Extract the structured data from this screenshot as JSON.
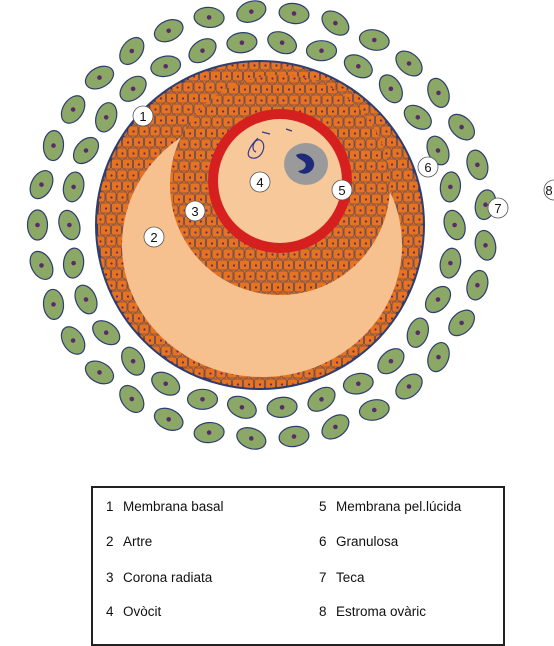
{
  "markers": [
    "1",
    "2",
    "3",
    "4",
    "5",
    "6",
    "7",
    "8"
  ],
  "legend": [
    {
      "num": "1",
      "label": "Membrana basal"
    },
    {
      "num": "5",
      "label": "Membrana pel.lúcida"
    },
    {
      "num": "2",
      "label": "Artre"
    },
    {
      "num": "6",
      "label": "Granulosa"
    },
    {
      "num": "3",
      "label": "Corona radiata"
    },
    {
      "num": "7",
      "label": "Teca"
    },
    {
      "num": "4",
      "label": "Ovòcit"
    },
    {
      "num": "8",
      "label": "Estroma ovàric"
    }
  ],
  "colors": {
    "theca_cell": "#8ba867",
    "theca_outline": "#2e3d6e",
    "cell_nucleus": "#5a2a6a",
    "granulosa_cell": "#e8731f",
    "antrum": "#f6c08f",
    "oocyte": "#f7c89a",
    "zona_pellucida": "#d62020",
    "oocyte_nucleus": "#9a9a9a",
    "chromatin": "#1f2a7a"
  }
}
